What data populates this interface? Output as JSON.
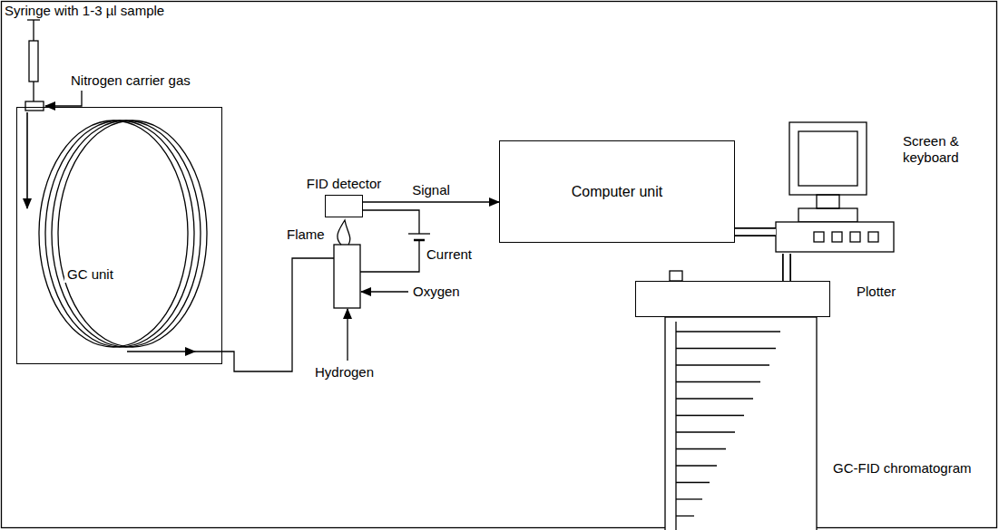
{
  "diagram": {
    "nodes": [
      {
        "text": [
          "GC unit"
        ]
      },
      {
        "text": [
          "FID detector"
        ]
      },
      {
        "text": [
          "Computer unit"
        ]
      },
      {
        "text": [
          "Screen & keyboard"
        ]
      },
      {
        "text": [
          "Plotter"
        ]
      }
    ],
    "edges": [
      {
        "from": 1,
        "to": 2,
        "arrow": "to",
        "label": "Signal"
      },
      {
        "from": 2,
        "to": 3,
        "arrow": "none"
      },
      {
        "from": 3,
        "to": 4,
        "arrow": "none"
      }
    ],
    "labels": [
      "Syringe with 1-3 µl sample",
      "Nitrogen carrier gas",
      "Flame",
      "Current",
      "Oxygen",
      "Hydrogen",
      "GC-FID chromatogram"
    ]
  }
}
